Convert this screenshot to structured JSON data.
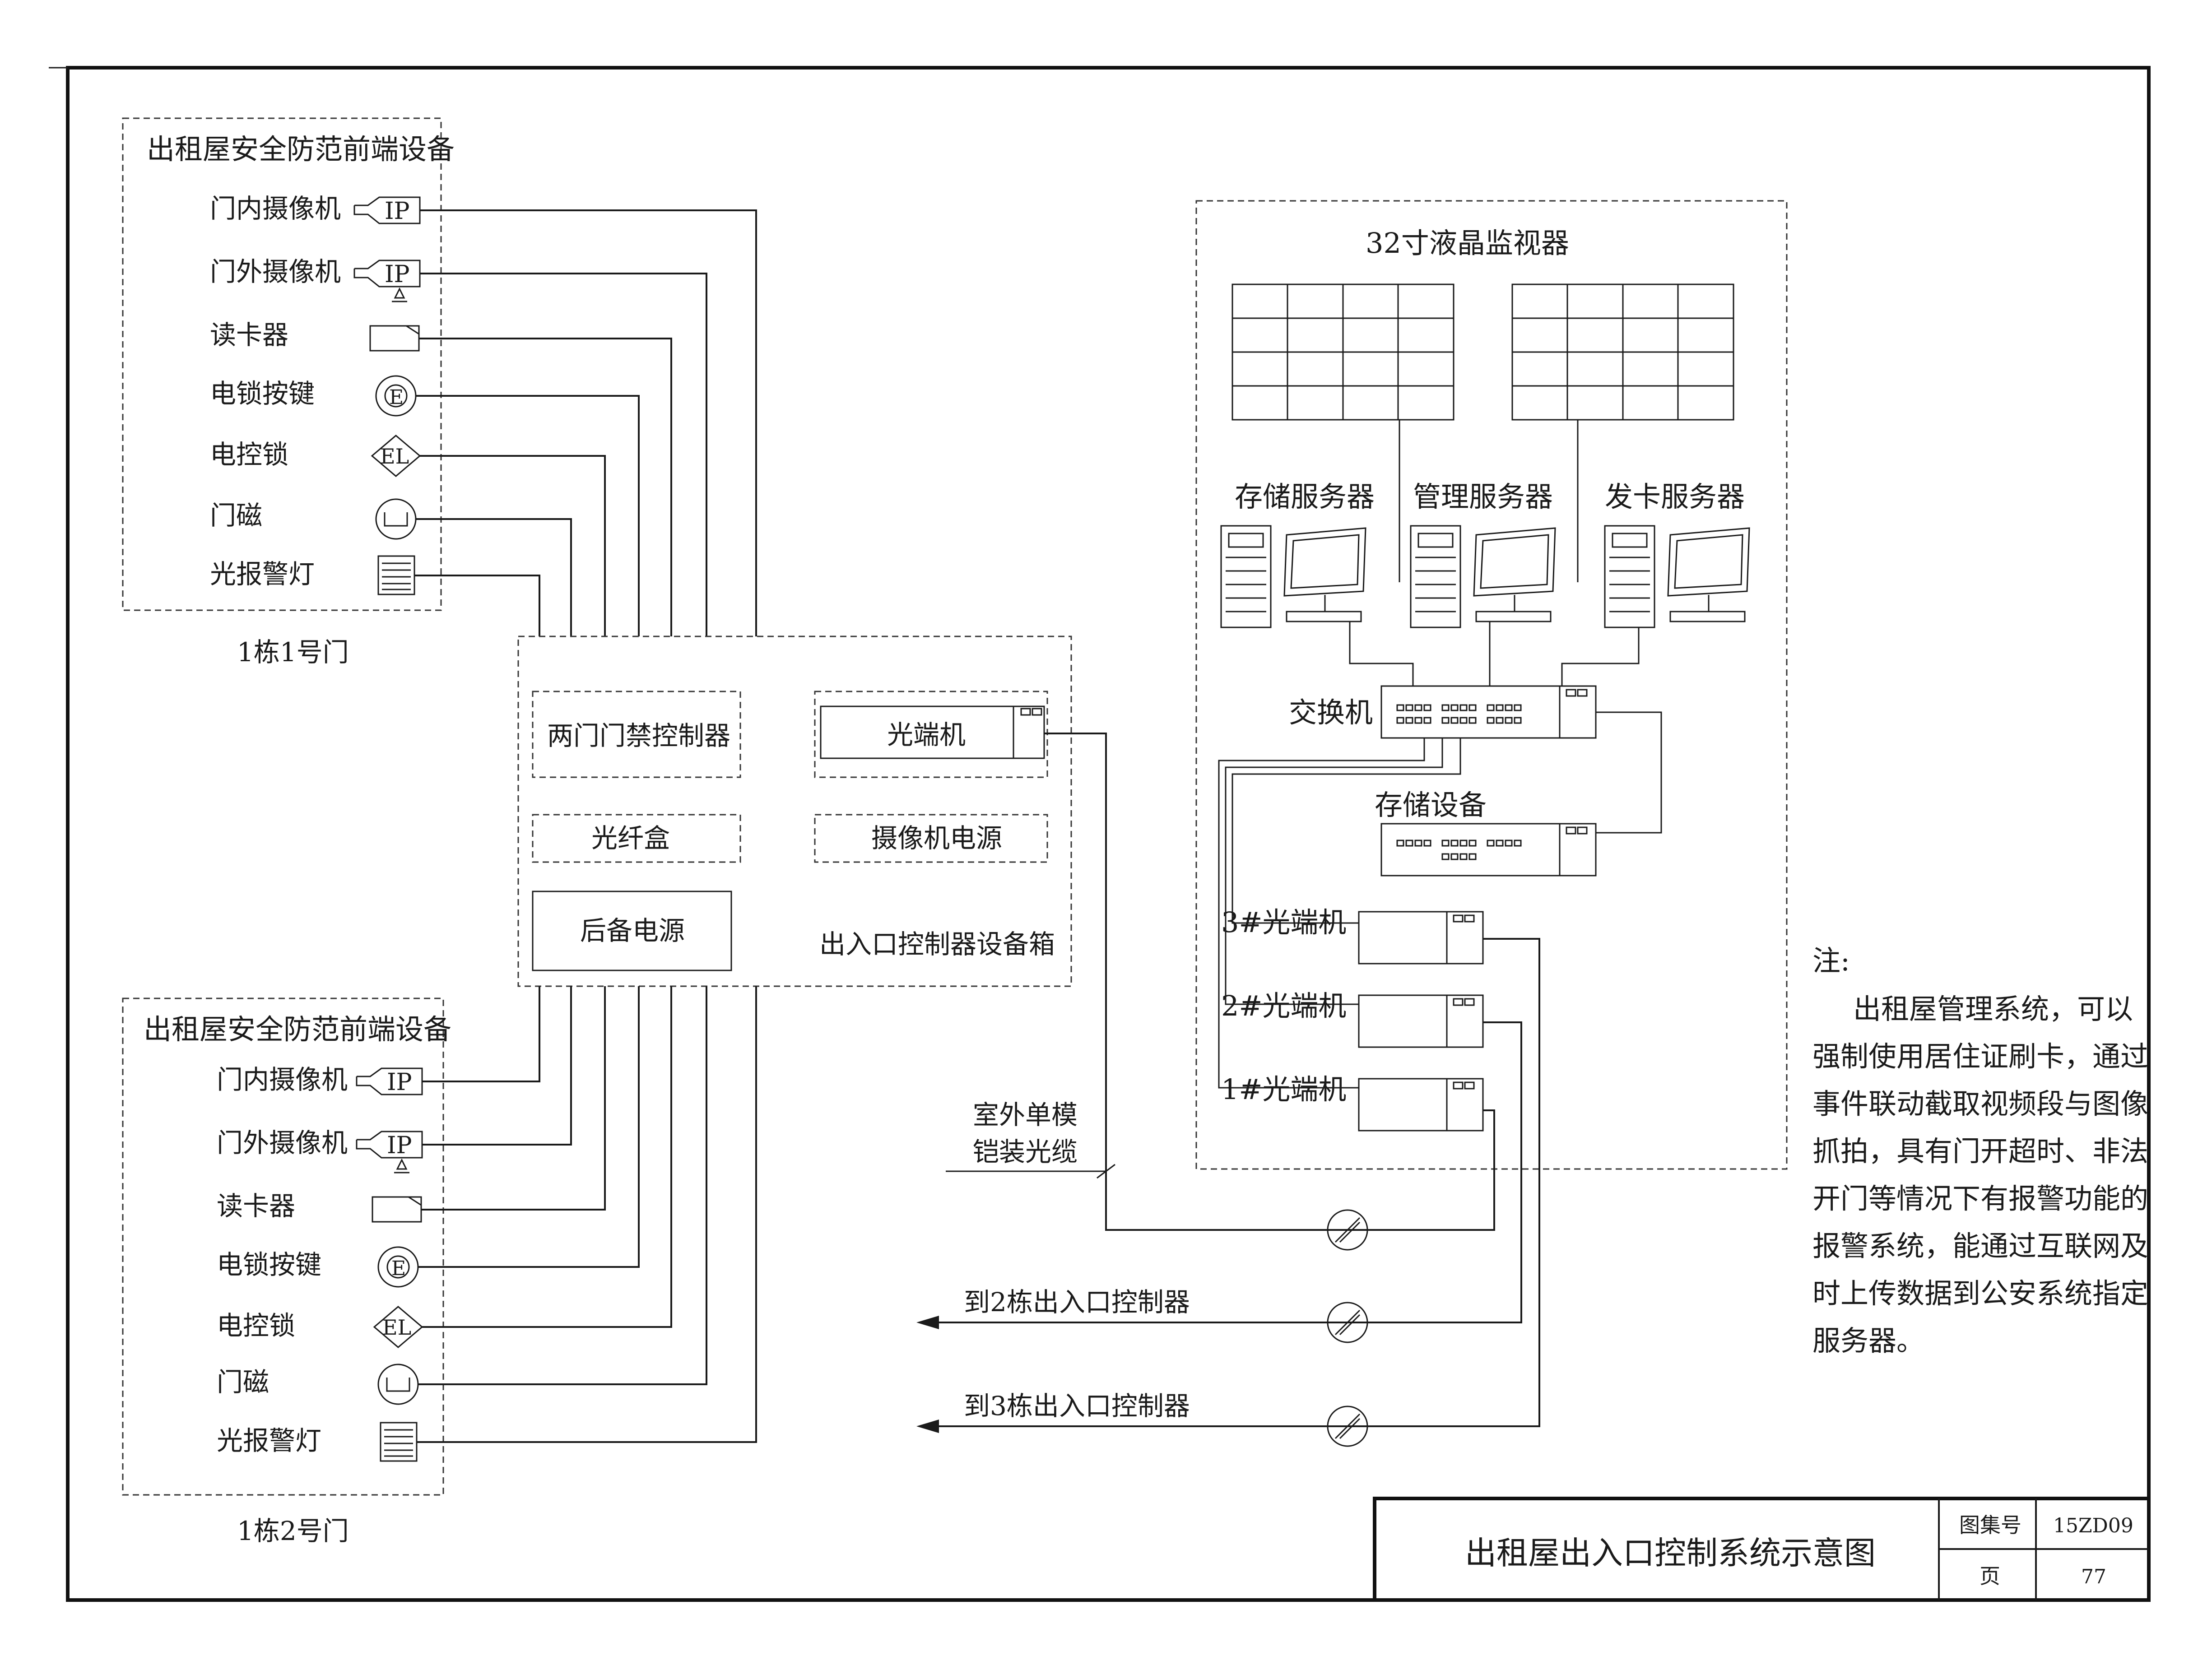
{
  "door1": {
    "box_title": "出租屋安全防范前端设备",
    "devices": [
      "门内摄像机",
      "门外摄像机",
      "读卡器",
      "电锁按键",
      "电控锁",
      "门磁",
      "光报警灯"
    ],
    "caption": "1栋1号门"
  },
  "door2": {
    "box_title": "出租屋安全防范前端设备",
    "devices": [
      "门内摄像机",
      "门外摄像机",
      "读卡器",
      "电锁按键",
      "电控锁",
      "门磁",
      "光报警灯"
    ],
    "caption": "1栋2号门"
  },
  "symbols": {
    "ip": "IP",
    "e": "E",
    "el": "EL"
  },
  "controller_box": {
    "title": "出入口控制器设备箱",
    "two_door_controller": "两门门禁控制器",
    "optical_transceiver": "光端机",
    "fiber_box": "光纤盒",
    "camera_power": "摄像机电源",
    "backup_power": "后备电源"
  },
  "center": {
    "monitor_label": "32寸液晶监视器",
    "servers": [
      "存储服务器",
      "管理服务器",
      "发卡服务器"
    ],
    "switch": "交换机",
    "storage": "存储设备",
    "transceivers": [
      "3#光端机",
      "2#光端机",
      "1#光端机"
    ]
  },
  "cable": {
    "line1": "室外单模",
    "line2": "铠装光缆",
    "to_b2": "到2栋出入口控制器",
    "to_b3": "到3栋出入口控制器"
  },
  "note": {
    "heading": "注:",
    "lines": [
      "出租屋管理系统，可以",
      "强制使用居住证刷卡，通过",
      "事件联动截取视频段与图像",
      "抓拍，具有门开超时、非法",
      "开门等情况下有报警功能的",
      "报警系统，能通过互联网及",
      "时上传数据到公安系统指定",
      "服务器。"
    ]
  },
  "title_block": {
    "title": "出租屋出入口控制系统示意图",
    "atlas_label": "图集号",
    "atlas_no": "15ZD09",
    "page_label": "页",
    "page_no": "77"
  }
}
